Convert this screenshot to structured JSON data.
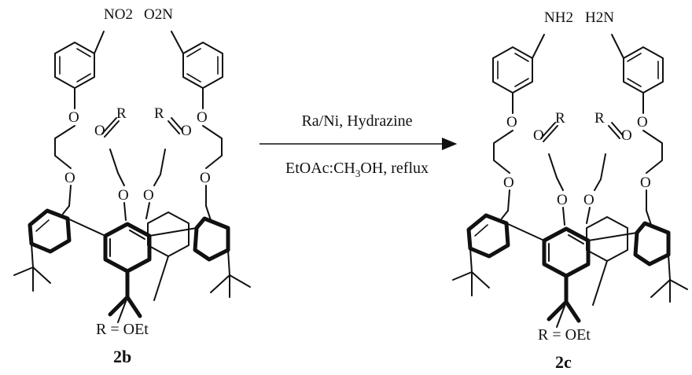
{
  "reaction": {
    "reagents": "Ra/Ni, Hydrazine",
    "conditions": "EtOAc:CH3OH, reflux",
    "conditions_text": {
      "main": "EtOAc:CH",
      "sub": "3",
      "end": "OH, reflux"
    }
  },
  "reactant": {
    "id": "2b",
    "r_definition": "R = OEt",
    "labels": {
      "left_group": "NO2",
      "right_group": "O2N",
      "oxygen": "O",
      "r": "R"
    }
  },
  "product": {
    "id": "2c",
    "r_definition": "R = OEt",
    "labels": {
      "left_group": "NH2",
      "right_group": "H2N",
      "oxygen": "O",
      "r": "R"
    }
  },
  "colors": {
    "ink": "#111111",
    "background": "#ffffff"
  },
  "icons": {
    "arrow": "reaction-arrow-icon"
  }
}
